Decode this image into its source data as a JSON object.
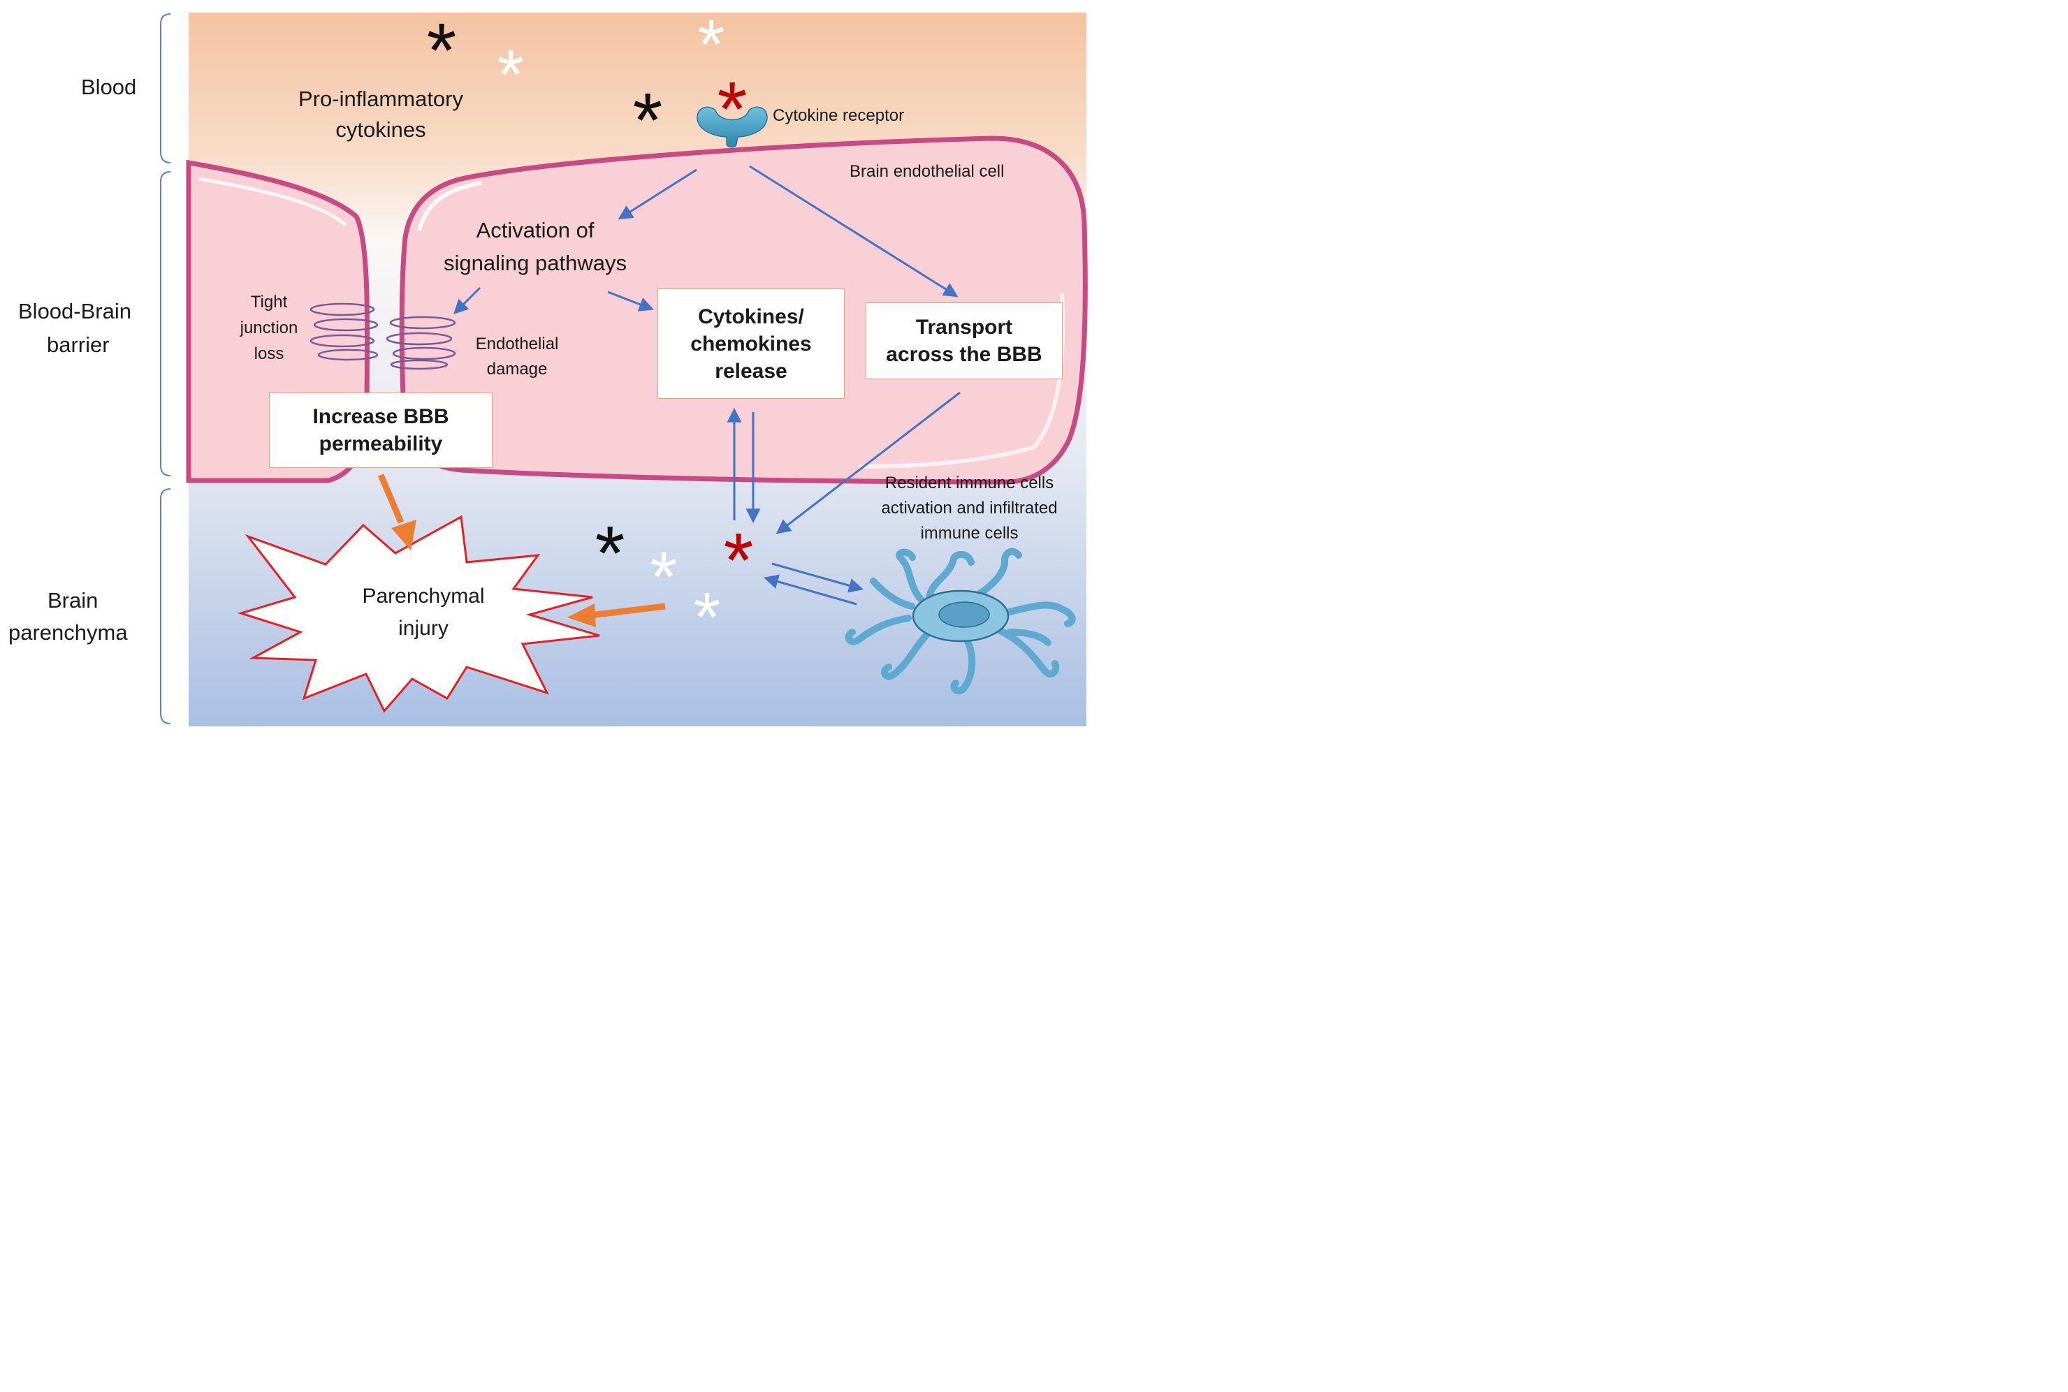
{
  "compartments": {
    "blood": "Blood",
    "bbb_line1": "Blood-Brain",
    "bbb_line2": "barrier",
    "parenchyma_line1": "Brain",
    "parenchyma_line2": "parenchyma"
  },
  "labels": {
    "cytokines_line1": "Pro-inflammatory",
    "cytokines_line2": "cytokines",
    "receptor": "Cytokine receptor",
    "endothelial_cell": "Brain endothelial cell",
    "activation_line1": "Activation of",
    "activation_line2": "signaling pathways",
    "tight_line1": "Tight",
    "tight_line2": "junction",
    "tight_line3": "loss",
    "damage_line1": "Endothelial",
    "damage_line2": "damage",
    "immune_line1": "Resident immune cells",
    "immune_line2": "activation and infiltrated",
    "immune_line3": "immune cells"
  },
  "boxes": {
    "release_line1": "Cytokines/",
    "release_line2": "chemokines",
    "release_line3": "release",
    "transport_line1": "Transport",
    "transport_line2": "across the BBB",
    "permeability_line1": "Increase BBB",
    "permeability_line2": "permeability"
  },
  "injury": {
    "line1": "Parenchymal",
    "line2": "injury"
  },
  "colors": {
    "blood_top": "#f4c09e",
    "parenchyma_bottom": "#a9bfe3",
    "cell_fill": "#f9d0d5",
    "cell_membrane": "#c84a82",
    "arrow_blue": "#4472c4",
    "arrow_orange": "#ed7d31",
    "burst_outline": "#e62020",
    "box_border": "#f0a070",
    "cytokine_red": "#c00000",
    "receptor_blue": "#4aa3c7",
    "bracket_blue": "#5b7ed6"
  }
}
